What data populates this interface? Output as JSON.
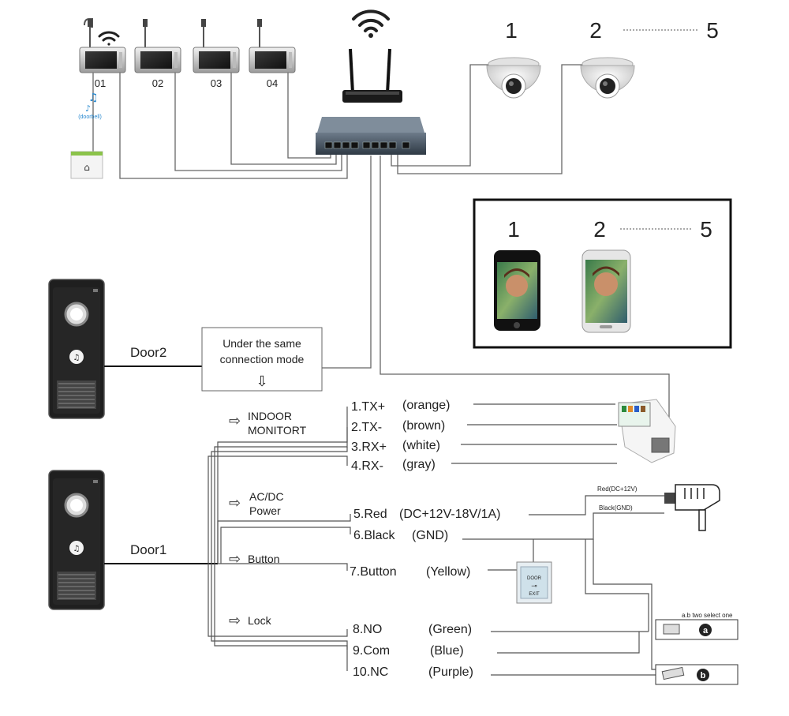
{
  "monitors": {
    "labels": [
      "01",
      "02",
      "03",
      "04"
    ],
    "doorbell_label": "(doorbell)"
  },
  "cameras": {
    "labels": [
      "1",
      "2",
      "5"
    ]
  },
  "phones": {
    "labels": [
      "1",
      "2",
      "5"
    ]
  },
  "doors": {
    "door2": "Door2",
    "door1": "Door1"
  },
  "note": {
    "line1": "Under the same",
    "line2": "connection mode",
    "arrow": "⇩"
  },
  "groups": {
    "indoor_line1": "INDOOR",
    "indoor_line2": "MONITORT",
    "acdc_line1": "AC/DC",
    "acdc_line2": "Power",
    "button": "Button",
    "lock": "Lock"
  },
  "wires": [
    {
      "num": "1.TX+",
      "color": "(orange)"
    },
    {
      "num": "2.TX-",
      "color": "(brown)"
    },
    {
      "num": "3.RX+",
      "color": "(white)"
    },
    {
      "num": "4.RX-",
      "color": "(gray)"
    },
    {
      "num": "5.Red",
      "color": "(DC+12V-18V/1A)"
    },
    {
      "num": "6.Black",
      "color": "(GND)"
    },
    {
      "num": "7.Button",
      "color": "(Yellow)"
    },
    {
      "num": "8.NO",
      "color": "(Green)"
    },
    {
      "num": "9.Com",
      "color": "(Blue)"
    },
    {
      "num": "10.NC",
      "color": "(Purple)"
    }
  ],
  "power": {
    "red_label": "Red(DC+12V)",
    "black_label": "Black(GND)"
  },
  "exit_button": {
    "line1": "DOOR",
    "line2": "EXIT"
  },
  "locks": {
    "title": "a.b two select one",
    "a": "a",
    "b": "b"
  }
}
